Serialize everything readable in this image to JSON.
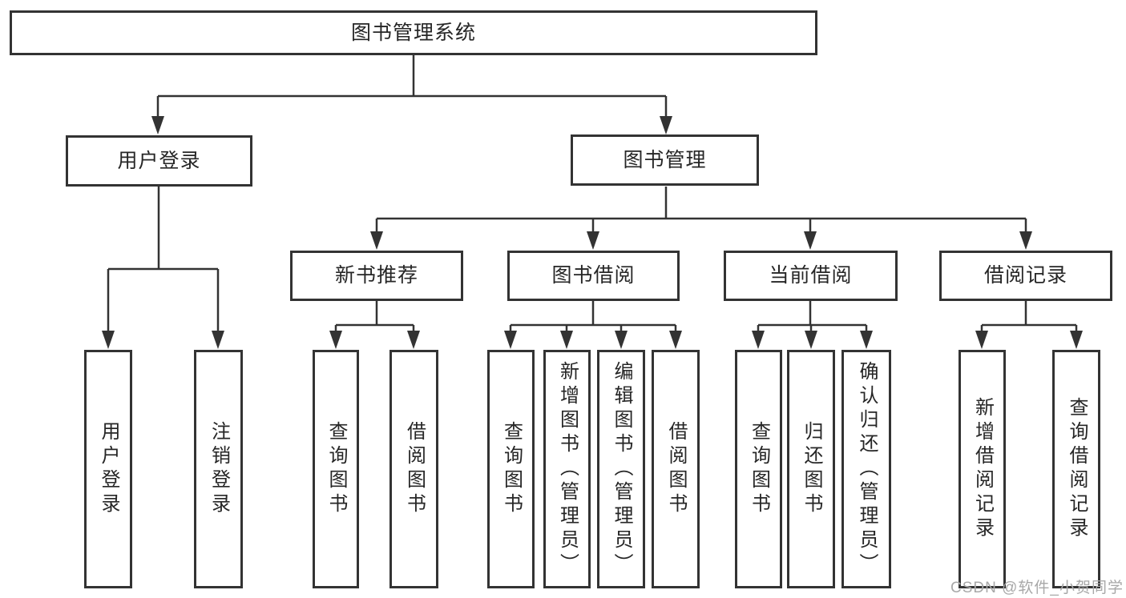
{
  "diagram": {
    "root": {
      "label": "图书管理系统"
    },
    "branches": [
      {
        "label": "用户登录",
        "children": [
          {
            "label": "用户登录"
          },
          {
            "label": "注销登录"
          }
        ]
      },
      {
        "label": "图书管理",
        "children": [
          {
            "label": "新书推荐",
            "children": [
              {
                "label": "查询图书"
              },
              {
                "label": "借阅图书"
              }
            ]
          },
          {
            "label": "图书借阅",
            "children": [
              {
                "label": "查询图书"
              },
              {
                "label": "新增图书（管理员）"
              },
              {
                "label": "编辑图书（管理员）"
              },
              {
                "label": "借阅图书"
              }
            ]
          },
          {
            "label": "当前借阅",
            "children": [
              {
                "label": "查询图书"
              },
              {
                "label": "归还图书"
              },
              {
                "label": "确认归还（管理员）"
              }
            ]
          },
          {
            "label": "借阅记录",
            "children": [
              {
                "label": "新增借阅记录"
              },
              {
                "label": "查询借阅记录"
              }
            ]
          }
        ]
      }
    ]
  },
  "watermark": {
    "text": "CSDN @软件_小贺同学"
  },
  "colors": {
    "line": "#333333",
    "border": "#333333",
    "text": "#262626",
    "watermark": "#a8a8a8",
    "background": "#ffffff"
  }
}
